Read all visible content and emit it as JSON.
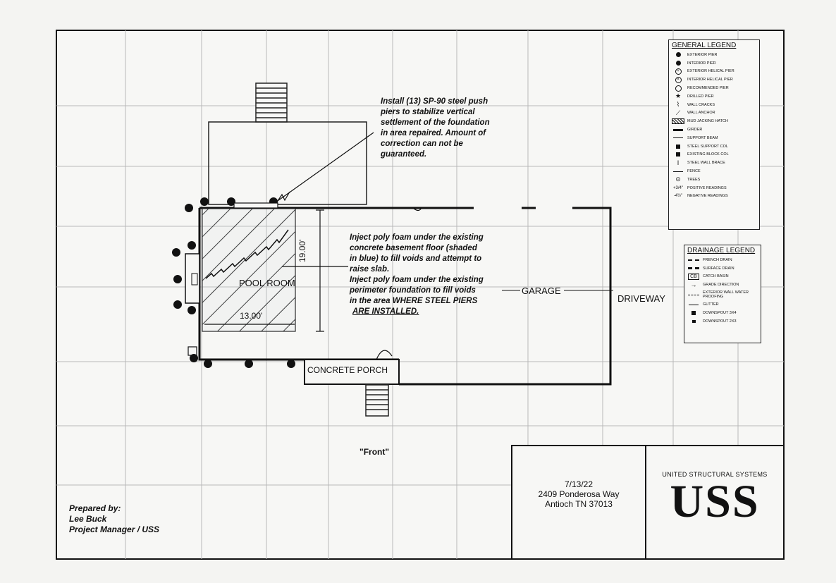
{
  "rooms": {
    "pool_room": "POOL ROOM",
    "garage": "GARAGE",
    "driveway": "DRIVEWAY",
    "concrete_porch": "CONCRETE PORCH",
    "front": "\"Front\""
  },
  "dimensions": {
    "height": "19.00'",
    "width": "13.00'"
  },
  "notes": {
    "piers": [
      "Install (13) SP-90 steel push",
      "piers to stabilize vertical",
      "settlement of the foundation",
      "in area repaired. Amount of",
      "correction can not be",
      "guaranteed."
    ],
    "foam": [
      "Inject poly foam under the existing",
      "concrete basement floor (shaded",
      "in blue) to fill voids and attempt to",
      "raise slab.",
      "Inject poly foam under the existing",
      "perimeter foundation to fill voids",
      "in the area WHERE STEEL PIERS",
      "ARE INSTALLED."
    ]
  },
  "general_legend": {
    "title": "GENERAL LEGEND",
    "items": [
      {
        "icon": "exterior-pier-dot",
        "label": "EXTERIOR PIER"
      },
      {
        "icon": "interior-pier-dot",
        "label": "INTERIOR PIER"
      },
      {
        "icon": "exterior-helical-pier",
        "label": "EXTERIOR HELICAL PIER"
      },
      {
        "icon": "interior-helical-pier",
        "label": "INTERIOR HELICAL PIER"
      },
      {
        "icon": "recommended-pier-ring",
        "label": "RECOMMENDED PIER"
      },
      {
        "icon": "star",
        "label": "DRILLED PIER"
      },
      {
        "icon": "wall-crack",
        "label": "WALL CRACKS"
      },
      {
        "icon": "wall-anchor",
        "label": "WALL ANCHOR"
      },
      {
        "icon": "hatch",
        "label": "MUD JACKING HATCH"
      },
      {
        "icon": "thick-line",
        "label": "GIRDER"
      },
      {
        "icon": "thin-line",
        "label": "SUPPORT BEAM"
      },
      {
        "icon": "square",
        "label": "STEEL SUPPORT COL"
      },
      {
        "icon": "square",
        "label": "EXISTING BLOCK COL"
      },
      {
        "icon": "i-beam",
        "label": "STEEL WALL BRACE"
      },
      {
        "icon": "fence-line",
        "label": "FENCE"
      },
      {
        "icon": "tree",
        "label": "TREES"
      },
      {
        "icon": "positive",
        "label": "POSITIVE READINGS"
      },
      {
        "icon": "negative",
        "label": "NEGATIVE READINGS"
      }
    ]
  },
  "drainage_legend": {
    "title": "DRAINAGE LEGEND",
    "items": [
      {
        "icon": "dash",
        "label": "FRENCH DRAIN"
      },
      {
        "icon": "dash",
        "label": "SURFACE DRAIN"
      },
      {
        "icon": "cb",
        "symbol": "CB",
        "label": "CATCH BASIN"
      },
      {
        "icon": "arrow",
        "label": "GRADE DIRECTION"
      },
      {
        "icon": "dash",
        "label": "EXTERIOR WALL WATER PROOFING"
      },
      {
        "icon": "line",
        "label": "GUTTER"
      },
      {
        "icon": "square",
        "label": "DOWNSPOUT 3x4"
      },
      {
        "icon": "square",
        "label": "DOWNSPOUT 2x3"
      }
    ]
  },
  "title_block": {
    "date": "7/13/22",
    "address1": "2409 Ponderosa Way",
    "address2": "Antioch TN 37013",
    "company": "UNITED STRUCTURAL SYSTEMS",
    "logo": "USS"
  },
  "prepared": {
    "line1": "Prepared by:",
    "line2": "Lee Buck",
    "line3": "Project Manager / USS"
  }
}
